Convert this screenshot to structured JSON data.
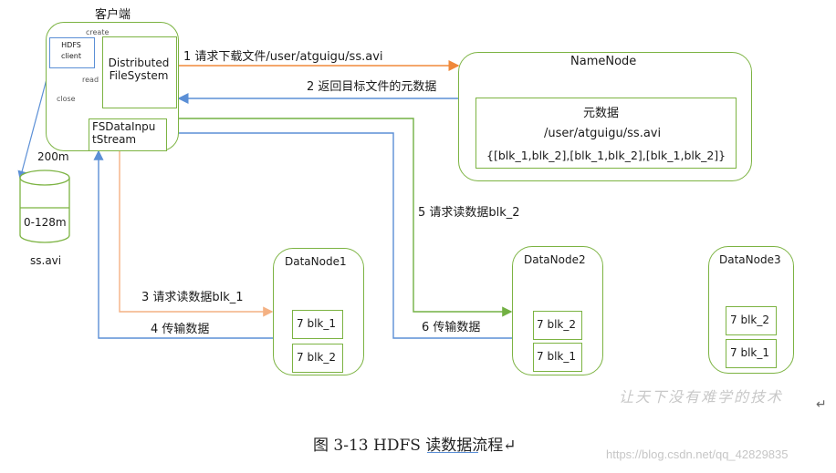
{
  "client": {
    "title": "客户端",
    "hdfs_client": "HDFS client",
    "distributed_fs": "Distributed FileSystem",
    "fsdatainputstream": "FSDataInputStream",
    "create_label": "create",
    "read_label": "read",
    "close_label": "close"
  },
  "local_file": {
    "size_label": "200m",
    "range_label": "0-128m",
    "name": "ss.avi"
  },
  "namenode": {
    "title": "NameNode",
    "metadata_title": "元数据",
    "path": "/user/atguigu/ss.avi",
    "blocks": "{[blk_1,blk_2],[blk_1,blk_2],[blk_1,blk_2]}"
  },
  "datanodes": [
    {
      "title": "DataNode1",
      "blocks": [
        "7 blk_1",
        "7 blk_2"
      ]
    },
    {
      "title": "DataNode2",
      "blocks": [
        "7 blk_2",
        "7 blk_1"
      ]
    },
    {
      "title": "DataNode3",
      "blocks": [
        "7 blk_2",
        "7 blk_1"
      ]
    }
  ],
  "steps": {
    "s1": "1 请求下载文件/user/atguigu/ss.avi",
    "s2": "2 返回目标文件的元数据",
    "s3": "3 请求读数据blk_1",
    "s4": "4 传输数据",
    "s5": "5 请求读数据blk_2",
    "s6": "6 传输数据"
  },
  "caption": "图 3-13    HDFS 读数据流程↵",
  "watermark": "让天下没有难学的技术",
  "return_mark": "↵",
  "url": "https://blog.csdn.net/qq_42829835",
  "colors": {
    "orange": "#f0883a",
    "blue": "#5b8fd6",
    "green": "#72b043",
    "border": "#7cb342",
    "light_orange": "#f4b183"
  }
}
